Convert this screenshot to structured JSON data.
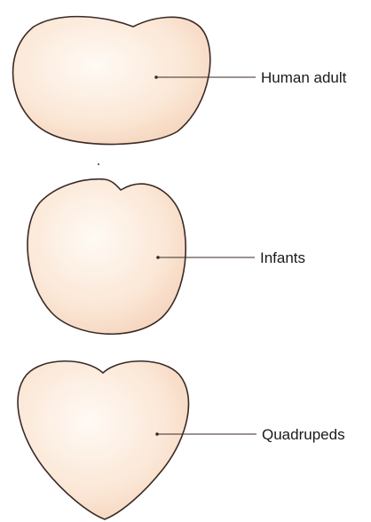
{
  "diagram": {
    "shapes": [
      {
        "label": "Human adult"
      },
      {
        "label": "Infants"
      },
      {
        "label": "Quadrupeds"
      }
    ]
  }
}
